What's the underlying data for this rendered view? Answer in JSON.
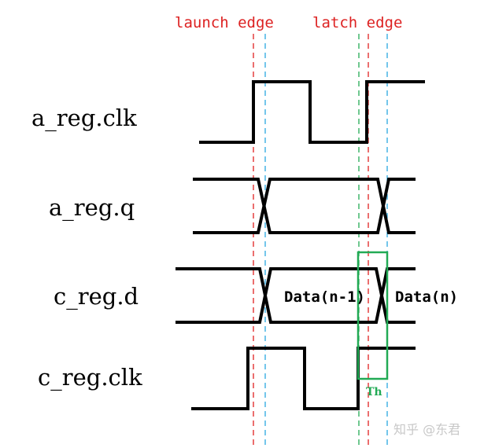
{
  "annotations": {
    "launch_edge": "launch edge",
    "latch_edge": "latch edge"
  },
  "signals": [
    {
      "name": "a_reg.clk"
    },
    {
      "name": "a_reg.q"
    },
    {
      "name": "c_reg.d"
    },
    {
      "name": "c_reg.clk"
    }
  ],
  "data_labels": {
    "previous": "Data(n-1)",
    "next": "Data(n)"
  },
  "hold_window": {
    "label": "Th"
  },
  "watermark": "知乎 @东君",
  "colors": {
    "launch_latch_line": "#e02020",
    "clk_to_q_line": "#2aa8e0",
    "setup_line": "#22aa55",
    "hold_box": "#22aa55",
    "annotation_text": "#dd2222",
    "waveform": "#000000"
  }
}
